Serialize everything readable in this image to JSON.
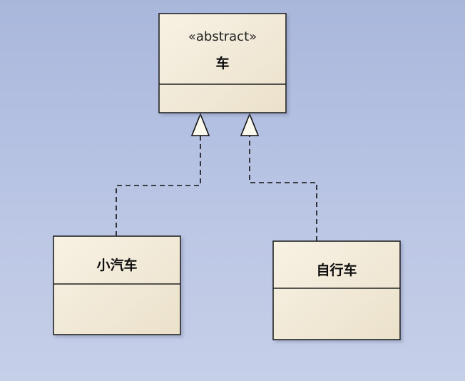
{
  "diagram": {
    "classes": {
      "vehicle": {
        "stereotype": "«abstract»",
        "name": "车"
      },
      "car": {
        "name": "小汽车"
      },
      "bicycle": {
        "name": "自行车"
      }
    },
    "relations": [
      {
        "from": "小汽车",
        "to": "车",
        "type": "realization"
      },
      {
        "from": "自行车",
        "to": "车",
        "type": "realization"
      }
    ]
  }
}
